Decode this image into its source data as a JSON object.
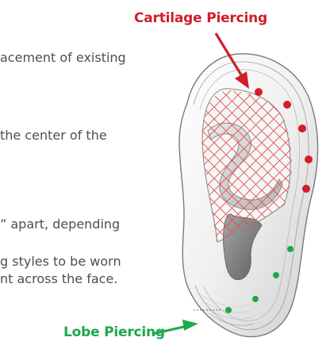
{
  "text_fragments": [
    "acement of existing",
    "the center of the",
    "” apart, depending",
    "g styles to be worn",
    "nt across the face."
  ],
  "callouts": {
    "cartilage": {
      "label": "Cartilage Piercing",
      "color": "#cf1f2a"
    },
    "lobe": {
      "label": "Lobe Piercing",
      "color": "#1fa84a"
    }
  },
  "colors": {
    "hatch": "#e05050",
    "ear_outline": "#7a7a7a",
    "red_dot": "#d21e2a",
    "green_dot": "#1fa84a"
  }
}
